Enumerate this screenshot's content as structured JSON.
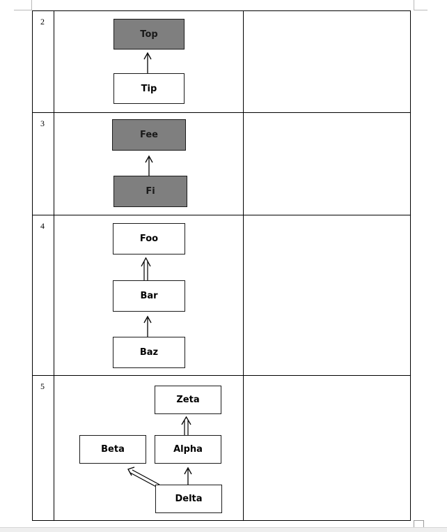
{
  "rows": [
    {
      "number": "2",
      "boxes": {
        "top": "Top",
        "tip": "Tip"
      }
    },
    {
      "number": "3",
      "boxes": {
        "fee": "Fee",
        "fi": "Fi"
      }
    },
    {
      "number": "4",
      "boxes": {
        "foo": "Foo",
        "bar": "Bar",
        "baz": "Baz"
      }
    },
    {
      "number": "5",
      "boxes": {
        "zeta": "Zeta",
        "beta": "Beta",
        "alpha": "Alpha",
        "delta": "Delta"
      }
    }
  ],
  "colors": {
    "shaded_box": "#7f7f7f",
    "border": "#000000"
  }
}
